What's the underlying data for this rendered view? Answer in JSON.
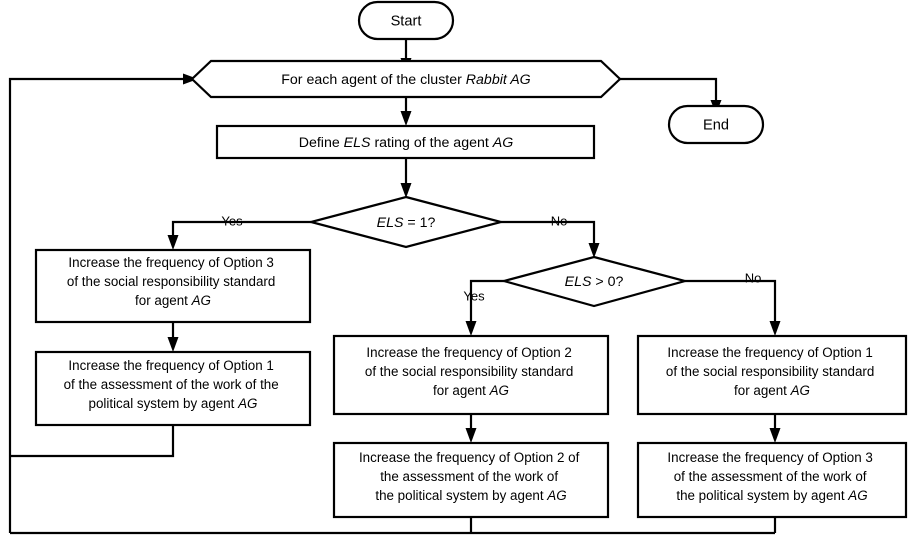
{
  "diagram": {
    "title": "Agent cluster ELS rating flowchart",
    "background_color": "#ffffff",
    "stroke_color": "#000000"
  },
  "nodes": {
    "start": {
      "label": "Start",
      "shape": "terminator"
    },
    "end": {
      "label": "End",
      "shape": "terminator"
    },
    "loop_header": {
      "shape": "hexagon",
      "text_pre": "For each agent of the cluster ",
      "text_italic": "Rabbit AG"
    },
    "define_els": {
      "shape": "process",
      "text_pre": "Define ",
      "text_italic_1": "ELS",
      "text_mid": " rating of the agent ",
      "text_italic_2": "AG"
    },
    "decision_1": {
      "shape": "decision",
      "text_italic": "ELS",
      "text_post": " = 1?"
    },
    "decision_2": {
      "shape": "decision",
      "text_italic": "ELS",
      "text_post": " > 0?"
    },
    "box_left_top": {
      "shape": "process",
      "lines": [
        "Increase the frequency of Option 3",
        "of the social responsibility standard",
        "for agent "
      ],
      "last_italic": "AG"
    },
    "box_left_bottom": {
      "shape": "process",
      "lines": [
        "Increase the frequency of Option 1",
        "of the assessment of the work of the",
        "political system by agent "
      ],
      "last_italic": "AG"
    },
    "box_mid_top": {
      "shape": "process",
      "lines": [
        "Increase the frequency of Option 2",
        "of the social responsibility standard",
        "for agent "
      ],
      "last_italic": "AG"
    },
    "box_mid_bottom": {
      "shape": "process",
      "lines": [
        "Increase the frequency of Option 2 of",
        "the assessment of the work of",
        "the political system by agent "
      ],
      "last_italic": "AG"
    },
    "box_right_top": {
      "shape": "process",
      "lines": [
        "Increase the frequency of Option 1",
        "of the social responsibility standard",
        "for agent "
      ],
      "last_italic": "AG"
    },
    "box_right_bottom": {
      "shape": "process",
      "lines": [
        "Increase the frequency of Option 3",
        "of the assessment of the work of",
        "the political system by agent "
      ],
      "last_italic": "AG"
    }
  },
  "edge_labels": {
    "d1_yes": "Yes",
    "d1_no": "No",
    "d2_yes": "Yes",
    "d2_no": "No"
  }
}
